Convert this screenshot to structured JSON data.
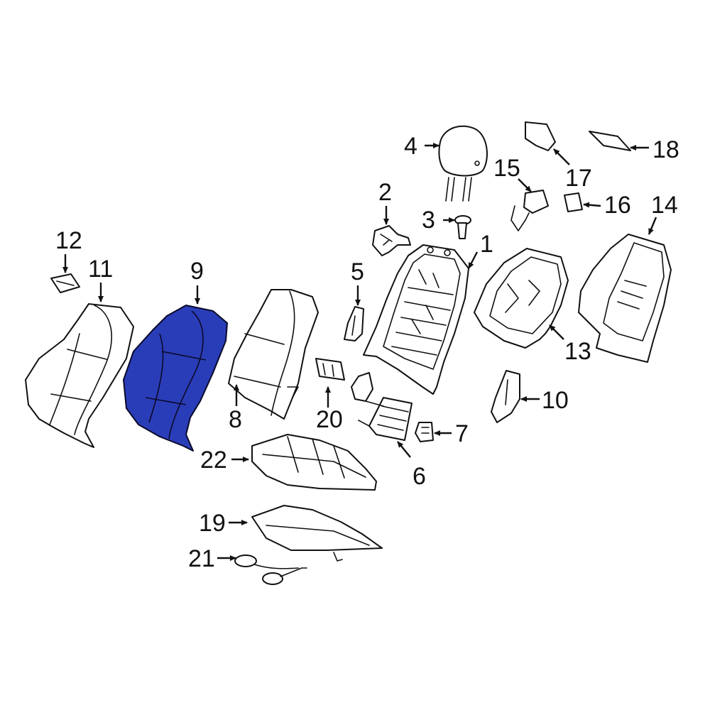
{
  "highlight_color": "#2a3db8",
  "callouts": [
    {
      "id": "1",
      "text": "1"
    },
    {
      "id": "2",
      "text": "2"
    },
    {
      "id": "3",
      "text": "3"
    },
    {
      "id": "4",
      "text": "4"
    },
    {
      "id": "5",
      "text": "5"
    },
    {
      "id": "6",
      "text": "6"
    },
    {
      "id": "7",
      "text": "7"
    },
    {
      "id": "8",
      "text": "8"
    },
    {
      "id": "9",
      "text": "9"
    },
    {
      "id": "10",
      "text": "10"
    },
    {
      "id": "11",
      "text": "11"
    },
    {
      "id": "12",
      "text": "12"
    },
    {
      "id": "13",
      "text": "13"
    },
    {
      "id": "14",
      "text": "14"
    },
    {
      "id": "15",
      "text": "15"
    },
    {
      "id": "16",
      "text": "16"
    },
    {
      "id": "17",
      "text": "17"
    },
    {
      "id": "18",
      "text": "18"
    },
    {
      "id": "19",
      "text": "19"
    },
    {
      "id": "20",
      "text": "20"
    },
    {
      "id": "21",
      "text": "21"
    },
    {
      "id": "22",
      "text": "22"
    }
  ],
  "highlighted_part": "9"
}
